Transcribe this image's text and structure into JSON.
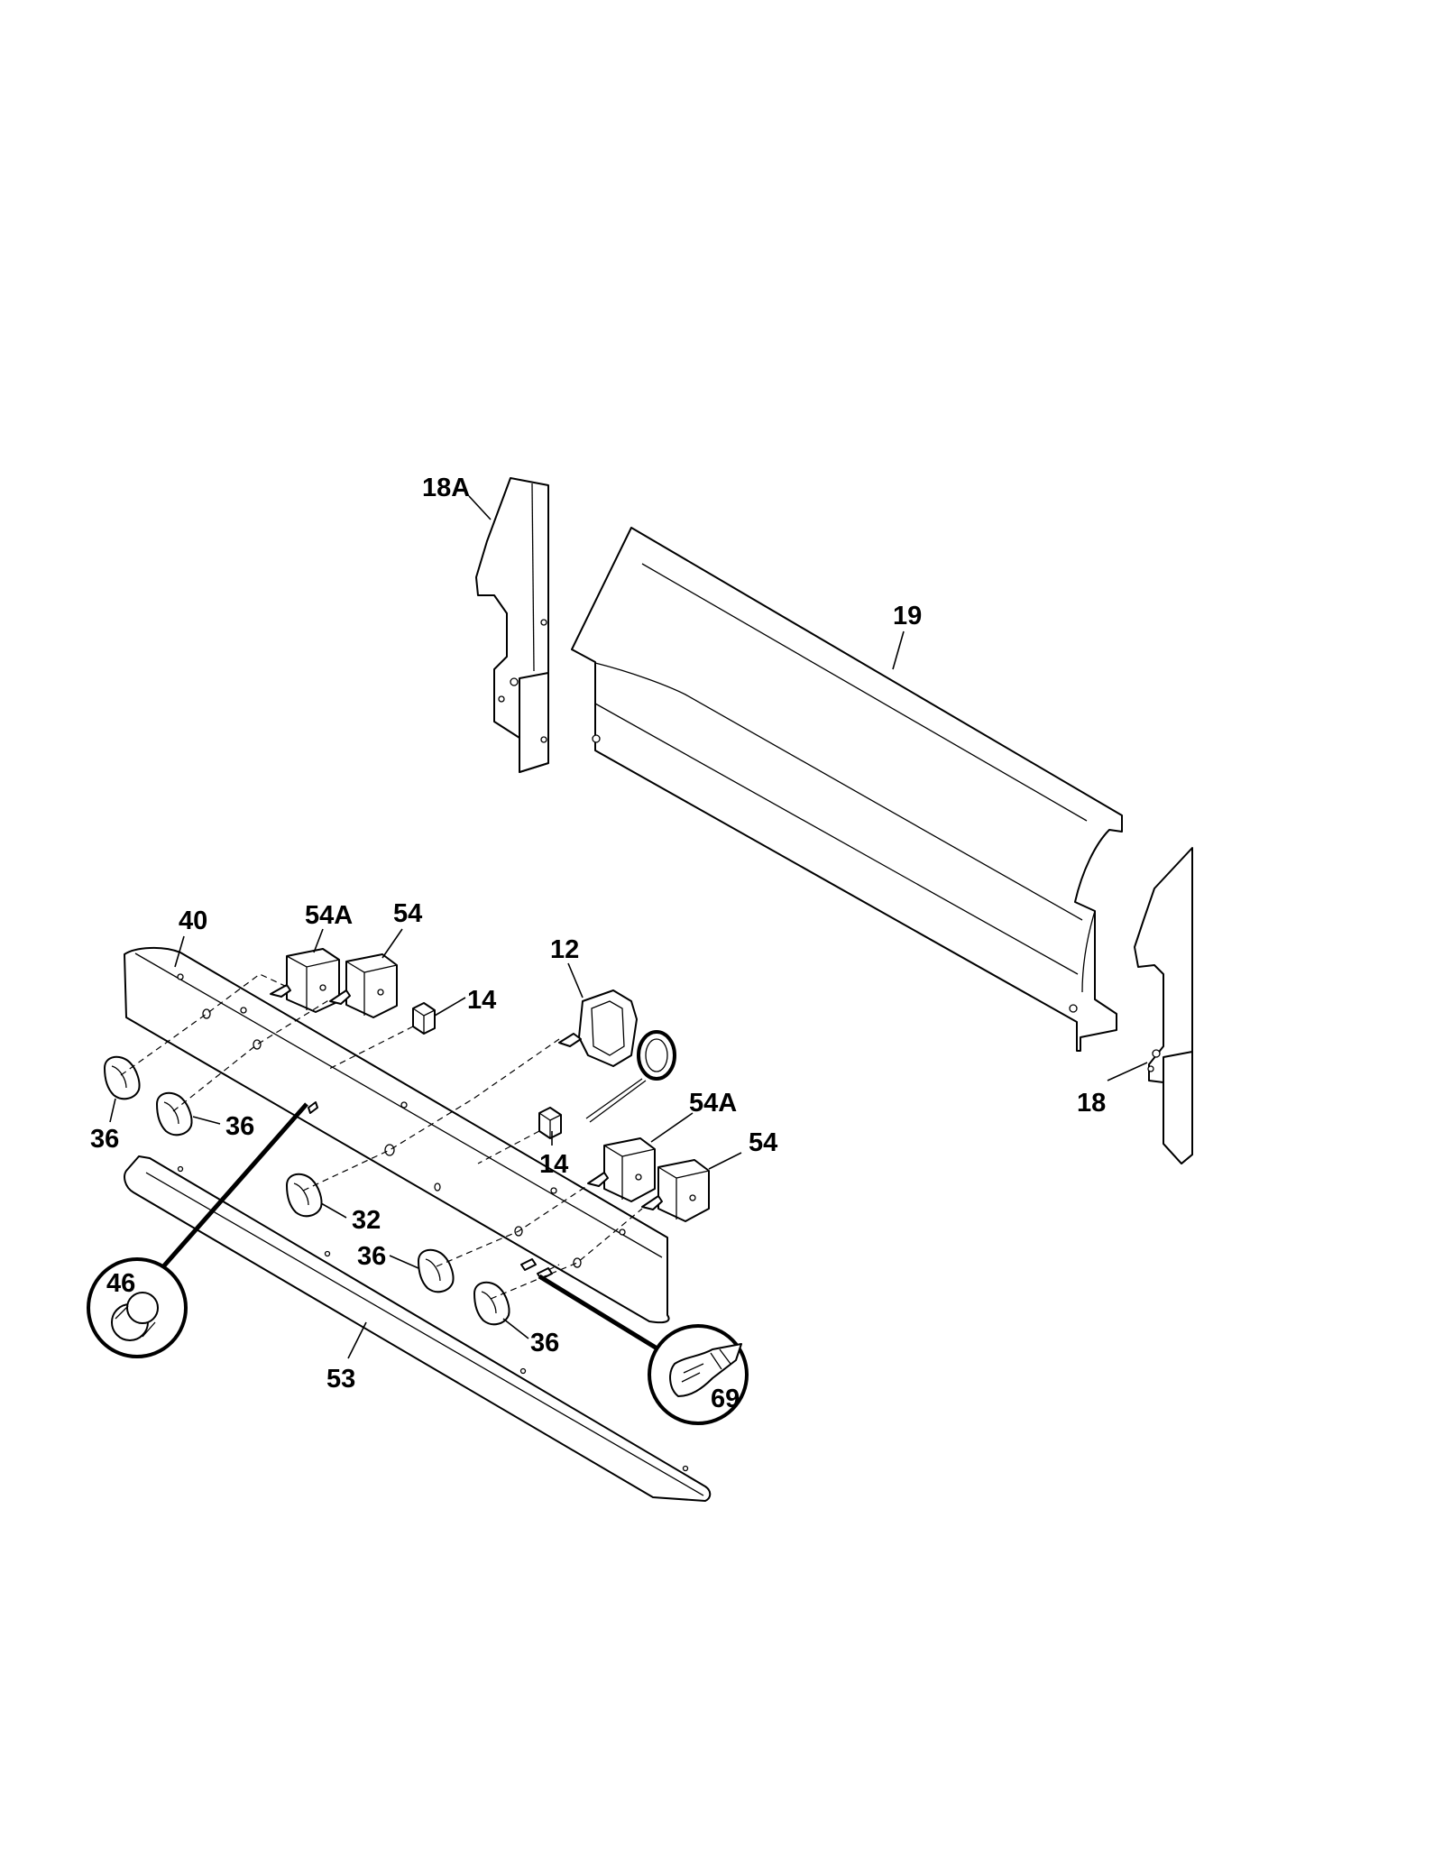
{
  "diagram": {
    "labels": {
      "p18A": "18A",
      "p19": "19",
      "p18": "18",
      "p40": "40",
      "p54A_top": "54A",
      "p54_top": "54",
      "p12": "12",
      "p14_top": "14",
      "p14_bot": "14",
      "p54A_bot": "54A",
      "p54_bot": "54",
      "p36_a": "36",
      "p36_b": "36",
      "p32": "32",
      "p36_c": "36",
      "p36_d": "36",
      "p46": "46",
      "p53": "53",
      "p69": "69"
    }
  }
}
